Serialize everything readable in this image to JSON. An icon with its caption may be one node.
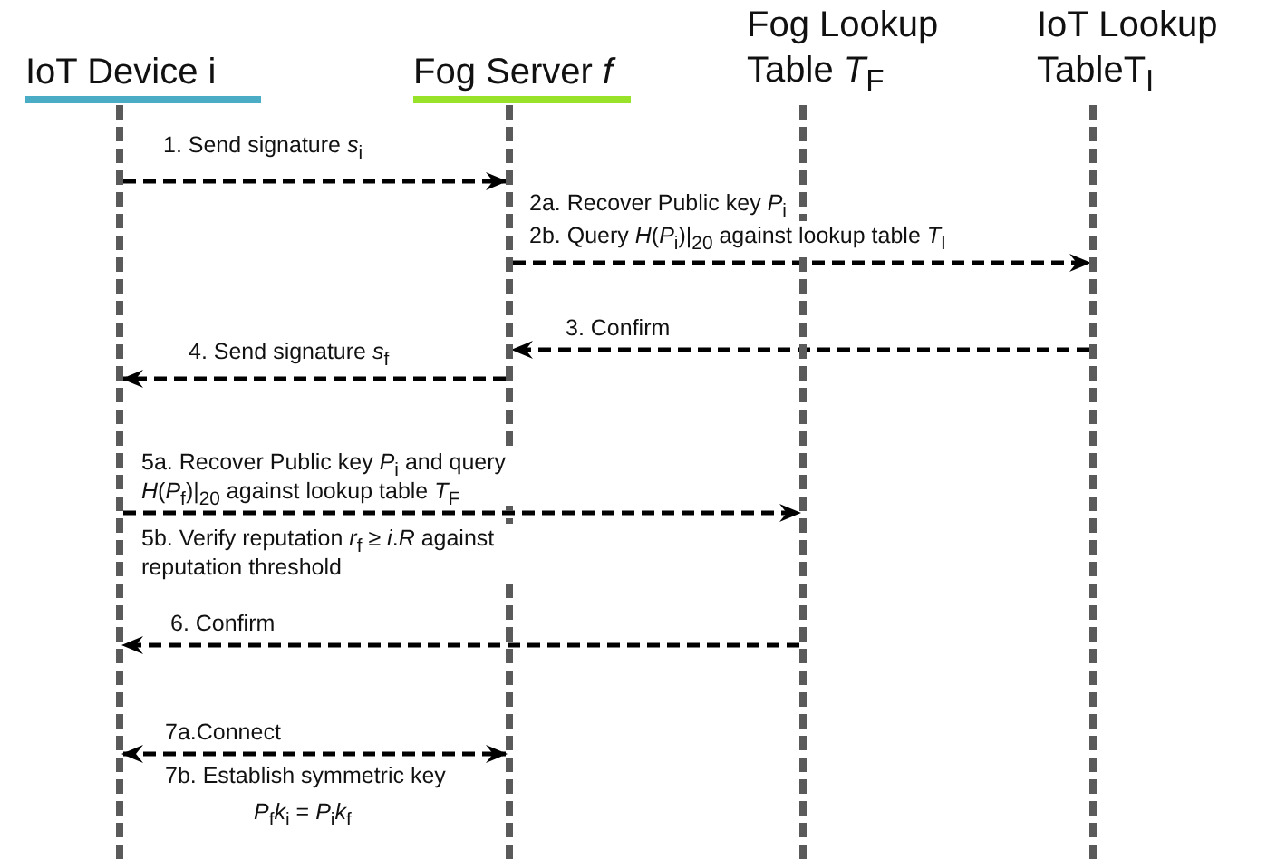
{
  "diagram": {
    "nodes": [
      {
        "text": [
          "IoT Device i"
        ]
      },
      {
        "text": [
          "Fog Server *f*"
        ]
      },
      {
        "text": [
          "Fog Lookup Table *T*$_{F}$"
        ]
      },
      {
        "text": [
          "IoT Lookup TableT$_{I}$"
        ]
      },
      {
        "text": [],
        "shape": "line"
      },
      {
        "text": [],
        "shape": "line"
      },
      {
        "text": [],
        "shape": "line"
      },
      {
        "text": [],
        "shape": "line"
      }
    ],
    "edges": [
      {
        "from": 4,
        "to": 5,
        "arrow": "to",
        "style": "dashed",
        "label": "1. Send signature *s*$_{i}$"
      },
      {
        "from": 5,
        "to": 7,
        "arrow": "to",
        "style": "dashed",
        "label": "2b. Query *H*(*P*$_{i}$)|$_{20}$ against lookup table *T*$_{I}$"
      },
      {
        "from": 7,
        "to": 5,
        "arrow": "to",
        "style": "dashed",
        "label": "3. Confirm"
      },
      {
        "from": 5,
        "to": 4,
        "arrow": "to",
        "style": "dashed",
        "label": "4. Send signature *s*$_{f}$"
      },
      {
        "from": 4,
        "to": 6,
        "arrow": "to",
        "style": "dashed",
        "label": "5a. Recover Public key *P*$_{i}$ and query *H*(*P*$_{f}$)|$_{20}$ against lookup table *T*$_{F}$"
      },
      {
        "from": 6,
        "to": 4,
        "arrow": "to",
        "style": "dashed",
        "label": "6. Confirm"
      },
      {
        "from": 4,
        "to": 5,
        "arrow": "both",
        "style": "dashed",
        "label": "7a.Connect"
      }
    ],
    "labels": [
      "2a. Recover Public key *P*$_{i}$",
      "5b. Verify reputation *r*$_{f}$ ≥ *i*.*R* against reputation threshold",
      "7b. Establish symmetric key",
      "*P*$_{f}$*k*$_{i}$ = *P*$_{i}$*k*$_{f}$"
    ]
  }
}
